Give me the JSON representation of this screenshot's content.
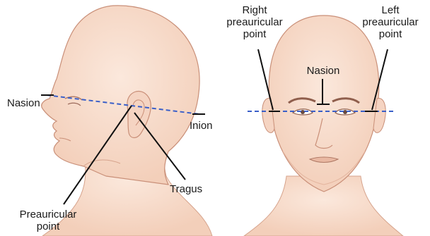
{
  "side_view": {
    "labels": {
      "nasion": "Nasion",
      "inion": "Inion",
      "tragus": "Tragus",
      "preauricular_line1": "Preauricular",
      "preauricular_line2": "point"
    }
  },
  "front_view": {
    "labels": {
      "right_line1": "Right",
      "right_line2": "preauricular",
      "right_line3": "point",
      "nasion": "Nasion",
      "left_line1": "Left",
      "left_line2": "preauricular",
      "left_line3": "point"
    }
  },
  "colors": {
    "skin": "#f7dccb",
    "outline": "#c98f78",
    "dashed_line": "#3a5fc8",
    "pointer": "#111111"
  }
}
